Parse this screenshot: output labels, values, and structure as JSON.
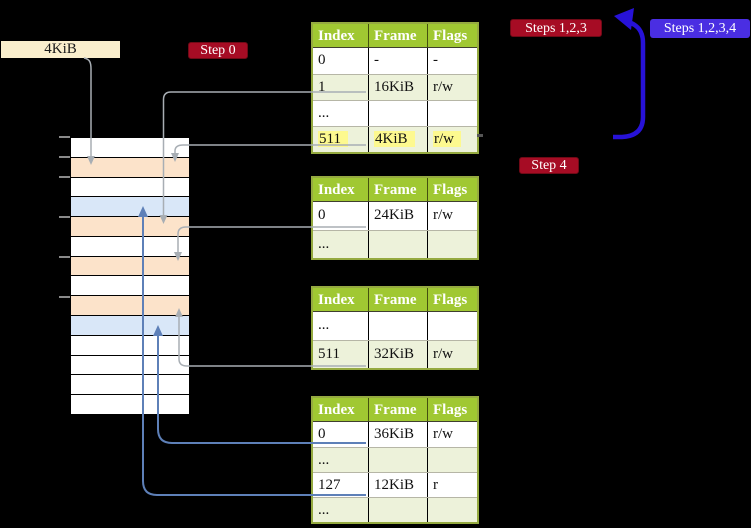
{
  "colors": {
    "background": "#000000",
    "pointer_box_bg": "#faefcd",
    "badge_red_bg": "#a60c24",
    "badge_red_border": "#700916",
    "badge_blue_bg": "#4a2ee2",
    "table_header_bg": "#a0c832",
    "table_row_alt_bg": "#edf2da",
    "table_border": "#95aa40",
    "highlight_yellow": "#fdf98f",
    "mem_table_row": "#fce3ca",
    "mem_frame_row": "#d9e7f8",
    "arrow_gray": "#a8aeb4",
    "arrow_steelblue": "#5e80b8",
    "arrow_big_blue": "#2712d8",
    "tick_gray": "#8a8a8a"
  },
  "pointer": {
    "label": "4KiB"
  },
  "badges": {
    "step0": "Step 0",
    "steps123": "Steps 1,2,3",
    "steps1234": "Steps 1,2,3,4",
    "step4": "Step 4"
  },
  "memory": {
    "rows": [
      {
        "kind": "plain"
      },
      {
        "kind": "table"
      },
      {
        "kind": "plain"
      },
      {
        "kind": "frame"
      },
      {
        "kind": "table"
      },
      {
        "kind": "plain"
      },
      {
        "kind": "table"
      },
      {
        "kind": "plain"
      },
      {
        "kind": "table"
      },
      {
        "kind": "frame"
      },
      {
        "kind": "plain"
      },
      {
        "kind": "plain"
      },
      {
        "kind": "plain"
      },
      {
        "kind": "plain"
      }
    ]
  },
  "tables": [
    {
      "headers": [
        "Index",
        "Frame",
        "Flags"
      ],
      "rows": [
        {
          "cells": [
            "0",
            "-",
            "-"
          ]
        },
        {
          "cells": [
            "1",
            "16KiB",
            "r/w"
          ]
        },
        {
          "cells": [
            "...",
            "",
            ""
          ]
        },
        {
          "cells": [
            "511",
            "4KiB",
            "r/w"
          ],
          "highlight": true
        }
      ]
    },
    {
      "headers": [
        "Index",
        "Frame",
        "Flags"
      ],
      "rows": [
        {
          "cells": [
            "0",
            "24KiB",
            "r/w"
          ]
        },
        {
          "cells": [
            "...",
            "",
            ""
          ]
        }
      ]
    },
    {
      "headers": [
        "Index",
        "Frame",
        "Flags"
      ],
      "rows": [
        {
          "cells": [
            "...",
            "",
            ""
          ]
        },
        {
          "cells": [
            "511",
            "32KiB",
            "r/w"
          ]
        }
      ]
    },
    {
      "headers": [
        "Index",
        "Frame",
        "Flags"
      ],
      "rows": [
        {
          "cells": [
            "0",
            "36KiB",
            "r/w"
          ]
        },
        {
          "cells": [
            "...",
            "",
            ""
          ]
        },
        {
          "cells": [
            "127",
            "12KiB",
            "r"
          ]
        },
        {
          "cells": [
            "...",
            "",
            ""
          ]
        }
      ]
    }
  ]
}
